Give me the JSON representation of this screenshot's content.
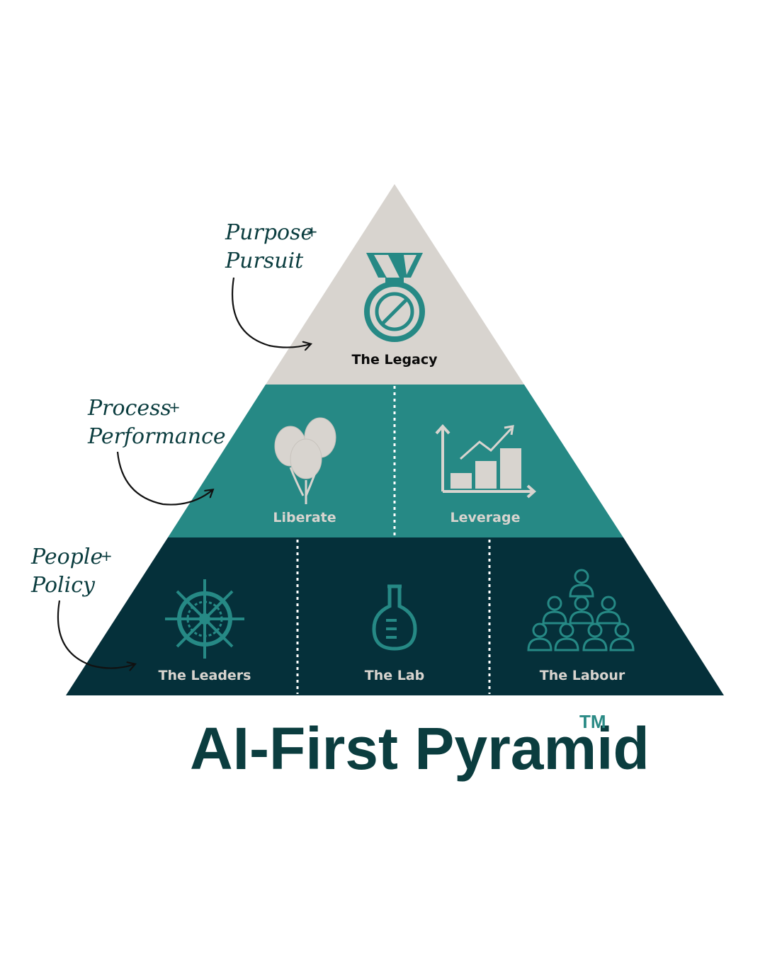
{
  "title": "AI-First Pyramid",
  "trademark": "TM",
  "annotations": [
    {
      "line1": "Purpose",
      "plus": "+",
      "line2": "Pursuit"
    },
    {
      "line1": "Process",
      "plus": "+",
      "line2": "Performance"
    },
    {
      "line1": "People",
      "plus": "+",
      "line2": "Policy"
    }
  ],
  "tiers": {
    "top": {
      "label": "The Legacy",
      "icon": "medal-icon"
    },
    "middle": [
      {
        "label": "Liberate",
        "icon": "balloons-icon"
      },
      {
        "label": "Leverage",
        "icon": "growth-chart-icon"
      }
    ],
    "bottom": [
      {
        "label": "The Leaders",
        "icon": "ship-wheel-icon"
      },
      {
        "label": "The Lab",
        "icon": "flask-icon"
      },
      {
        "label": "The Labour",
        "icon": "people-pyramid-icon"
      }
    ]
  },
  "colors": {
    "top": "#d8d4cf",
    "middle": "#268985",
    "bottom": "#05303a",
    "title": "#0b3d3f",
    "icon_teal": "#268985",
    "icon_light": "#d8d4cf"
  }
}
